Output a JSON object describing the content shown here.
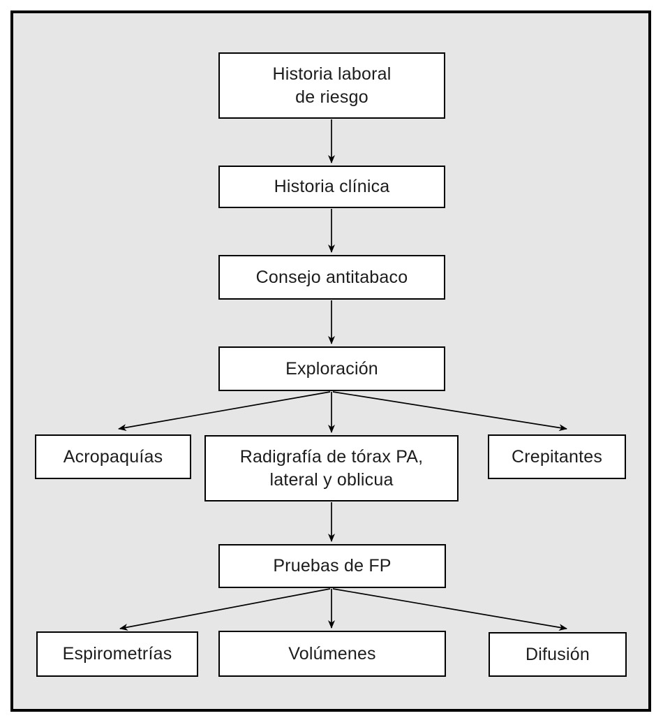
{
  "diagram": {
    "description": "Flujo diagnóstico (flowchart)",
    "colors": {
      "canvas_background": "#e6e6e6",
      "frame_border": "#000000",
      "box_fill": "#ffffff",
      "box_border": "#000000",
      "arrow": "#000000",
      "text": "#1c1c1c"
    },
    "nodes": {
      "historia_laboral": "Historia laboral\nde riesgo",
      "historia_clinica": "Historia clínica",
      "consejo_antitabaco": "Consejo antitabaco",
      "exploracion": "Exploración",
      "acropaquias": "Acropaquías",
      "radiografia_torax": "Radigrafía de tórax PA,\nlateral y oblicua",
      "crepitantes": "Crepitantes",
      "pruebas_fp": "Pruebas de FP",
      "espirometrias": "Espirometrías",
      "volumenes": "Volúmenes",
      "difusion": "Difusión"
    },
    "edges": [
      {
        "from": "historia_laboral",
        "to": "historia_clinica"
      },
      {
        "from": "historia_clinica",
        "to": "consejo_antitabaco"
      },
      {
        "from": "consejo_antitabaco",
        "to": "exploracion"
      },
      {
        "from": "exploracion",
        "to": "acropaquias"
      },
      {
        "from": "exploracion",
        "to": "radiografia_torax"
      },
      {
        "from": "exploracion",
        "to": "crepitantes"
      },
      {
        "from": "radiografia_torax",
        "to": "pruebas_fp"
      },
      {
        "from": "pruebas_fp",
        "to": "espirometrias"
      },
      {
        "from": "pruebas_fp",
        "to": "volumenes"
      },
      {
        "from": "pruebas_fp",
        "to": "difusion"
      }
    ]
  }
}
